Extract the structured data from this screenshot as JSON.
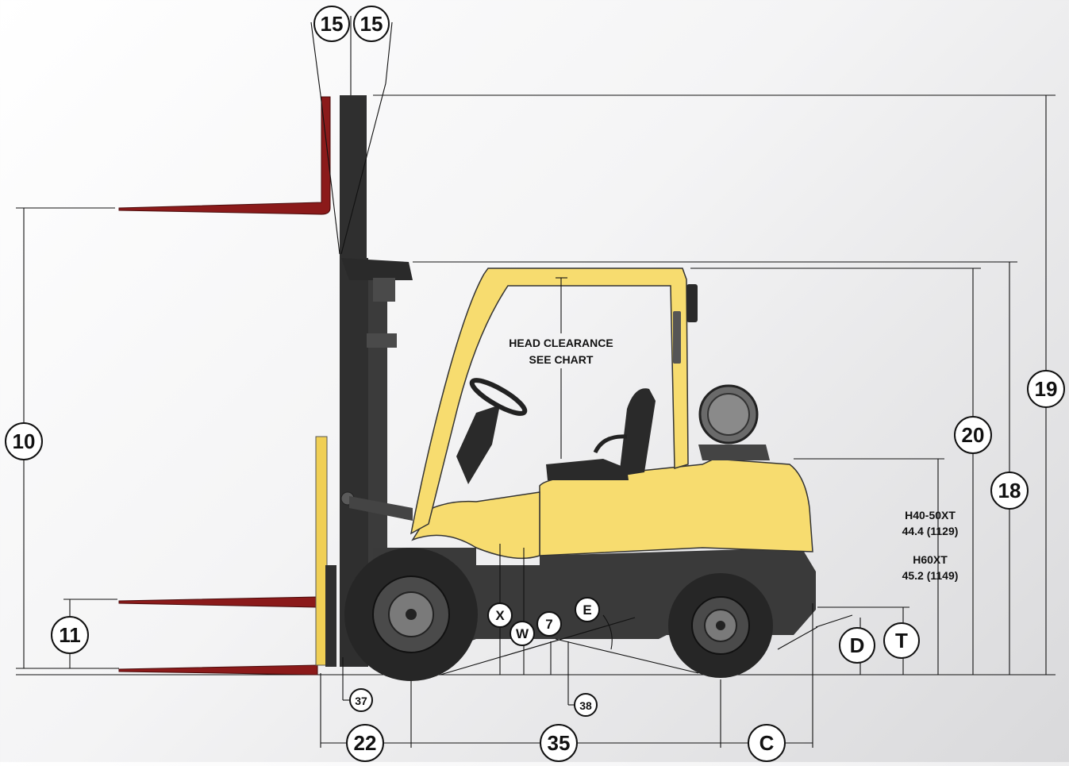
{
  "colors": {
    "body_yellow": "#f7dc6f",
    "body_yellow_dark": "#d9b83c",
    "chassis": "#3a3a3a",
    "mast": "#2f2f2f",
    "fork": "#8b1a1a",
    "tire": "#262626",
    "line": "#111111"
  },
  "notes": {
    "head_clearance_1": "HEAD CLEARANCE",
    "head_clearance_2": "SEE CHART",
    "model_a": "H40-50XT",
    "model_a_value": "44.4 (1129)",
    "model_b": "H60XT",
    "model_b_value": "45.2 (1149)"
  },
  "labels": {
    "tilt_left": "15",
    "tilt_right": "15",
    "d10": "10",
    "d11": "11",
    "d19": "19",
    "d20": "20",
    "d18": "18",
    "d22": "22",
    "d35": "35",
    "dC": "C",
    "dD": "D",
    "dT": "T",
    "dX": "X",
    "dW": "W",
    "d7": "7",
    "dE": "E",
    "d37": "37",
    "d38": "38"
  }
}
